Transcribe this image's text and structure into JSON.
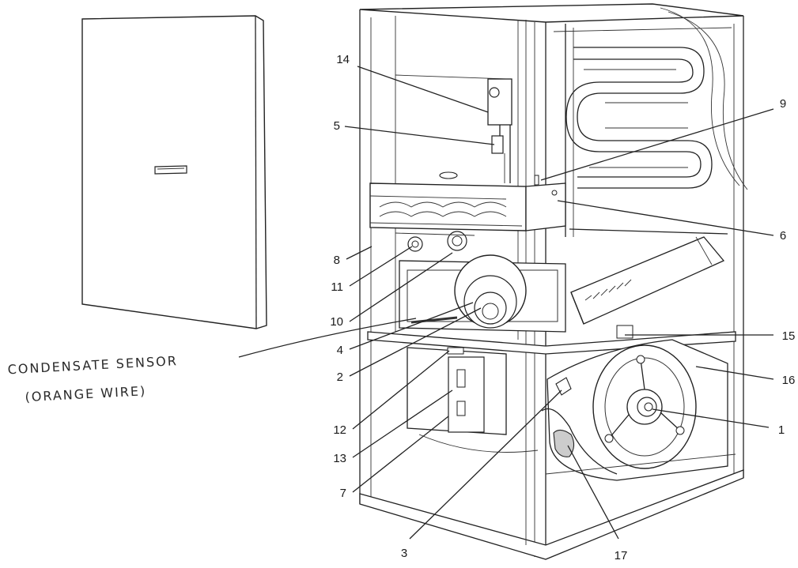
{
  "callouts": [
    {
      "id": "c14",
      "label": "14"
    },
    {
      "id": "c5",
      "label": "5"
    },
    {
      "id": "c9",
      "label": "9"
    },
    {
      "id": "c6",
      "label": "6"
    },
    {
      "id": "c8",
      "label": "8"
    },
    {
      "id": "c11",
      "label": "11"
    },
    {
      "id": "c10",
      "label": "10"
    },
    {
      "id": "c4",
      "label": "4"
    },
    {
      "id": "c2",
      "label": "2"
    },
    {
      "id": "c15",
      "label": "15"
    },
    {
      "id": "c16",
      "label": "16"
    },
    {
      "id": "c1",
      "label": "1"
    },
    {
      "id": "c12",
      "label": "12"
    },
    {
      "id": "c13",
      "label": "13"
    },
    {
      "id": "c7",
      "label": "7"
    },
    {
      "id": "c3",
      "label": "3"
    },
    {
      "id": "c17",
      "label": "17"
    }
  ],
  "annotation": {
    "line1": "CONDENSATE SENSOR",
    "line2": "(ORANGE WIRE)"
  }
}
